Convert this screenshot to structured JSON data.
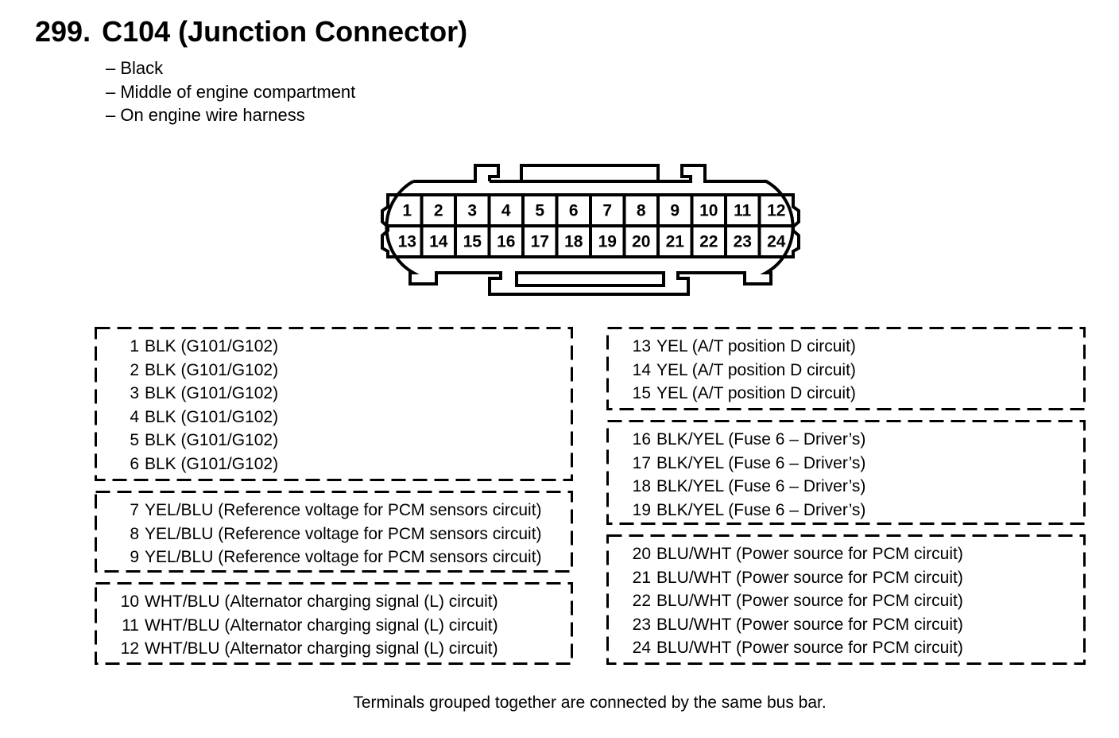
{
  "title": {
    "number": "299.",
    "name": "C104 (Junction Connector)"
  },
  "notes": [
    "– Black",
    "– Middle of engine compartment",
    "– On engine wire harness"
  ],
  "connector": {
    "top_row": [
      "1",
      "2",
      "3",
      "4",
      "5",
      "6",
      "7",
      "8",
      "9",
      "10",
      "11",
      "12"
    ],
    "bottom_row": [
      "13",
      "14",
      "15",
      "16",
      "17",
      "18",
      "19",
      "20",
      "21",
      "22",
      "23",
      "24"
    ]
  },
  "groups": {
    "left": [
      {
        "rows": [
          {
            "pin": "1",
            "text": "BLK (G101/G102)"
          },
          {
            "pin": "2",
            "text": "BLK (G101/G102)"
          },
          {
            "pin": "3",
            "text": "BLK (G101/G102)"
          },
          {
            "pin": "4",
            "text": "BLK (G101/G102)"
          },
          {
            "pin": "5",
            "text": "BLK (G101/G102)"
          },
          {
            "pin": "6",
            "text": "BLK (G101/G102)"
          }
        ]
      },
      {
        "rows": [
          {
            "pin": "7",
            "text": "YEL/BLU (Reference voltage for PCM sensors circuit)"
          },
          {
            "pin": "8",
            "text": "YEL/BLU (Reference voltage for PCM sensors circuit)"
          },
          {
            "pin": "9",
            "text": "YEL/BLU (Reference voltage for PCM sensors circuit)"
          }
        ]
      },
      {
        "rows": [
          {
            "pin": "10",
            "text": "WHT/BLU (Alternator charging signal (L) circuit)"
          },
          {
            "pin": "11",
            "text": "WHT/BLU (Alternator charging signal (L) circuit)"
          },
          {
            "pin": "12",
            "text": "WHT/BLU (Alternator charging signal (L) circuit)"
          }
        ]
      }
    ],
    "right": [
      {
        "rows": [
          {
            "pin": "13",
            "text": "YEL (A/T position D circuit)"
          },
          {
            "pin": "14",
            "text": "YEL (A/T position D circuit)"
          },
          {
            "pin": "15",
            "text": "YEL (A/T position D circuit)"
          }
        ]
      },
      {
        "rows": [
          {
            "pin": "16",
            "text": "BLK/YEL (Fuse 6 – Driver’s)"
          },
          {
            "pin": "17",
            "text": "BLK/YEL (Fuse 6 – Driver’s)"
          },
          {
            "pin": "18",
            "text": "BLK/YEL (Fuse 6 – Driver’s)"
          },
          {
            "pin": "19",
            "text": "BLK/YEL (Fuse 6 – Driver’s)"
          }
        ]
      },
      {
        "rows": [
          {
            "pin": "20",
            "text": "BLU/WHT (Power source for PCM circuit)"
          },
          {
            "pin": "21",
            "text": "BLU/WHT (Power source for PCM circuit)"
          },
          {
            "pin": "22",
            "text": "BLU/WHT (Power source for PCM circuit)"
          },
          {
            "pin": "23",
            "text": "BLU/WHT (Power source for PCM circuit)"
          },
          {
            "pin": "24",
            "text": "BLU/WHT (Power source for PCM circuit)"
          }
        ]
      }
    ]
  },
  "footer": "Terminals grouped together are connected by the same bus bar."
}
